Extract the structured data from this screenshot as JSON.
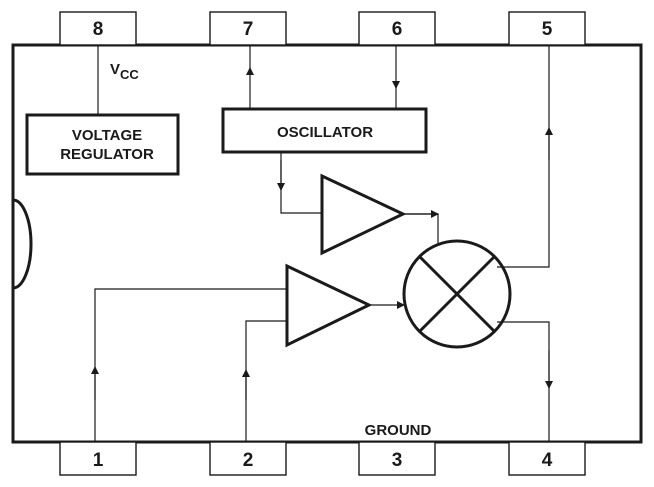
{
  "pins": {
    "p1": "1",
    "p2": "2",
    "p3": "3",
    "p4": "4",
    "p5": "5",
    "p6": "6",
    "p7": "7",
    "p8": "8"
  },
  "labels": {
    "vcc_main": "V",
    "vcc_sub": "CC",
    "ground": "GROUND"
  },
  "blocks": {
    "voltage_regulator": [
      "VOLTAGE",
      "REGULATOR"
    ],
    "oscillator": "OSCILLATOR"
  }
}
